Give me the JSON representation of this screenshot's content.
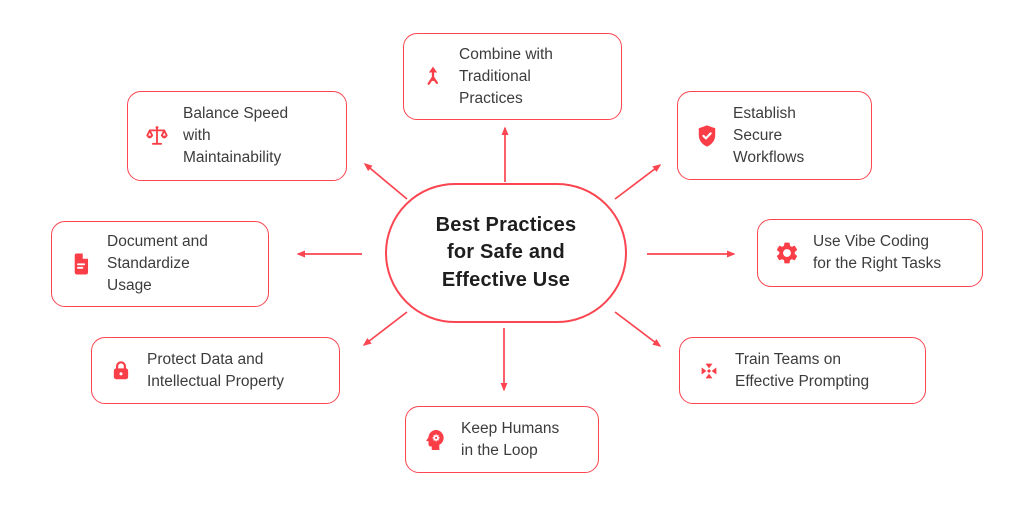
{
  "center": {
    "title": "Best Practices\nfor Safe and\nEffective Use"
  },
  "nodes": [
    {
      "id": "combine",
      "label": "Combine with\nTraditional\nPractices",
      "icon": "merge-arrow-icon"
    },
    {
      "id": "secure",
      "label": "Establish\nSecure\nWorkflows",
      "icon": "shield-check-icon"
    },
    {
      "id": "vibe",
      "label": "Use Vibe Coding\nfor the Right Tasks",
      "icon": "gear-icon"
    },
    {
      "id": "train",
      "label": "Train Teams on\nEffective Prompting",
      "icon": "compress-arrows-icon"
    },
    {
      "id": "humans",
      "label": "Keep Humans\nin the Loop",
      "icon": "head-gear-icon"
    },
    {
      "id": "protect",
      "label": "Protect Data and\nIntellectual Property",
      "icon": "lock-icon"
    },
    {
      "id": "document",
      "label": "Document and\nStandardize\nUsage",
      "icon": "document-icon"
    },
    {
      "id": "balance",
      "label": "Balance Speed\nwith\nMaintainability",
      "icon": "balance-scale-icon"
    }
  ],
  "colors": {
    "accent": "#FB4550",
    "icon": "#F93E48",
    "label_text": "#3C3C3C",
    "title_text": "#1E1E1E",
    "background": "#FFFFFF"
  }
}
